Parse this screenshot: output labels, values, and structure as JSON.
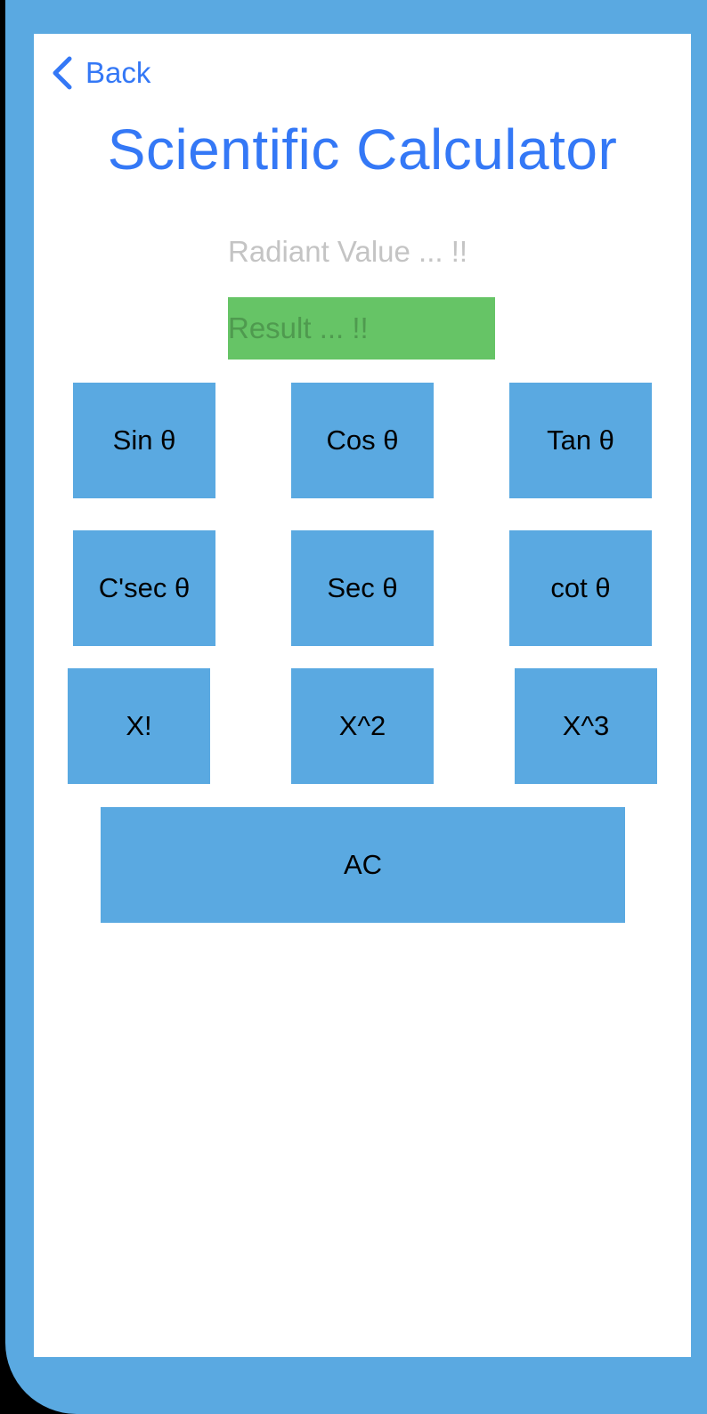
{
  "nav": {
    "back_label": "Back"
  },
  "title": "Scientific Calculator",
  "inputs": {
    "radiant_placeholder": "Radiant Value ... !!",
    "radiant_value": "",
    "result_placeholder": "Result ... !!",
    "result_value": ""
  },
  "buttons": {
    "sin": "Sin θ",
    "cos": "Cos θ",
    "tan": "Tan θ",
    "csec": "C'sec θ",
    "sec": "Sec θ",
    "cot": "cot θ",
    "factorial": "X!",
    "square": "X^2",
    "cube": "X^3",
    "clear": "AC"
  },
  "icons": {
    "back": "chevron-left-icon"
  },
  "colors": {
    "accent": "#3478F6",
    "button_bg": "#5AA9E1",
    "result_bg": "#66C466",
    "placeholder": "#C4C4C4"
  }
}
